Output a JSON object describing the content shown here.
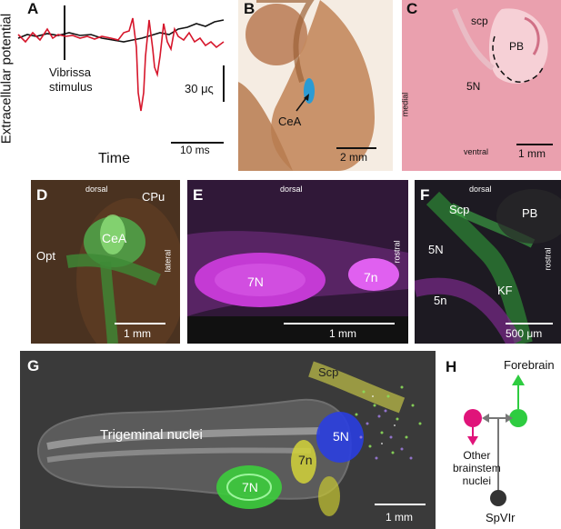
{
  "panels": {
    "A": {
      "label": "A",
      "ylabel": "Extracellular potential",
      "xlabel": "Time",
      "stim": "Vibrissa\nstimulus",
      "yscale": "30 μς",
      "xscale": "10 ms"
    },
    "B": {
      "label": "B",
      "region": "CeA",
      "scale": "2 mm"
    },
    "C": {
      "label": "C",
      "scp": "scp",
      "pb": "PB",
      "n5": "5N",
      "medial": "medial",
      "ventral": "ventral",
      "scale": "1 mm"
    },
    "D": {
      "label": "D",
      "dorsal": "dorsal",
      "cpu": "CPu",
      "cea": "CeA",
      "opt": "Opt",
      "lateral": "lateral",
      "scale": "1 mm"
    },
    "E": {
      "label": "E",
      "dorsal": "dorsal",
      "n7": "7N",
      "n7s": "7n",
      "rostral": "rostral",
      "scale": "1 mm"
    },
    "F": {
      "label": "F",
      "dorsal": "dorsal",
      "scp": "Scp",
      "pb": "PB",
      "n5": "5N",
      "n5s": "5n",
      "kf": "KF",
      "rostral": "rostral",
      "scale": "500 μm"
    },
    "G": {
      "label": "G",
      "scp": "Scp",
      "trig": "Trigeminal nuclei",
      "n5": "5N",
      "n7s": "7n",
      "n7": "7N",
      "scale": "1 mm"
    },
    "H": {
      "label": "H",
      "forebrain": "Forebrain",
      "other": "Other\nbrainstem\nnuclei",
      "spvir": "SpVIr"
    }
  },
  "colors": {
    "trace_red": "#d6162b",
    "trace_black": "#111111",
    "magenta": "#e0147a",
    "green": "#2ecc40",
    "gray": "#777777",
    "dark": "#333333"
  }
}
